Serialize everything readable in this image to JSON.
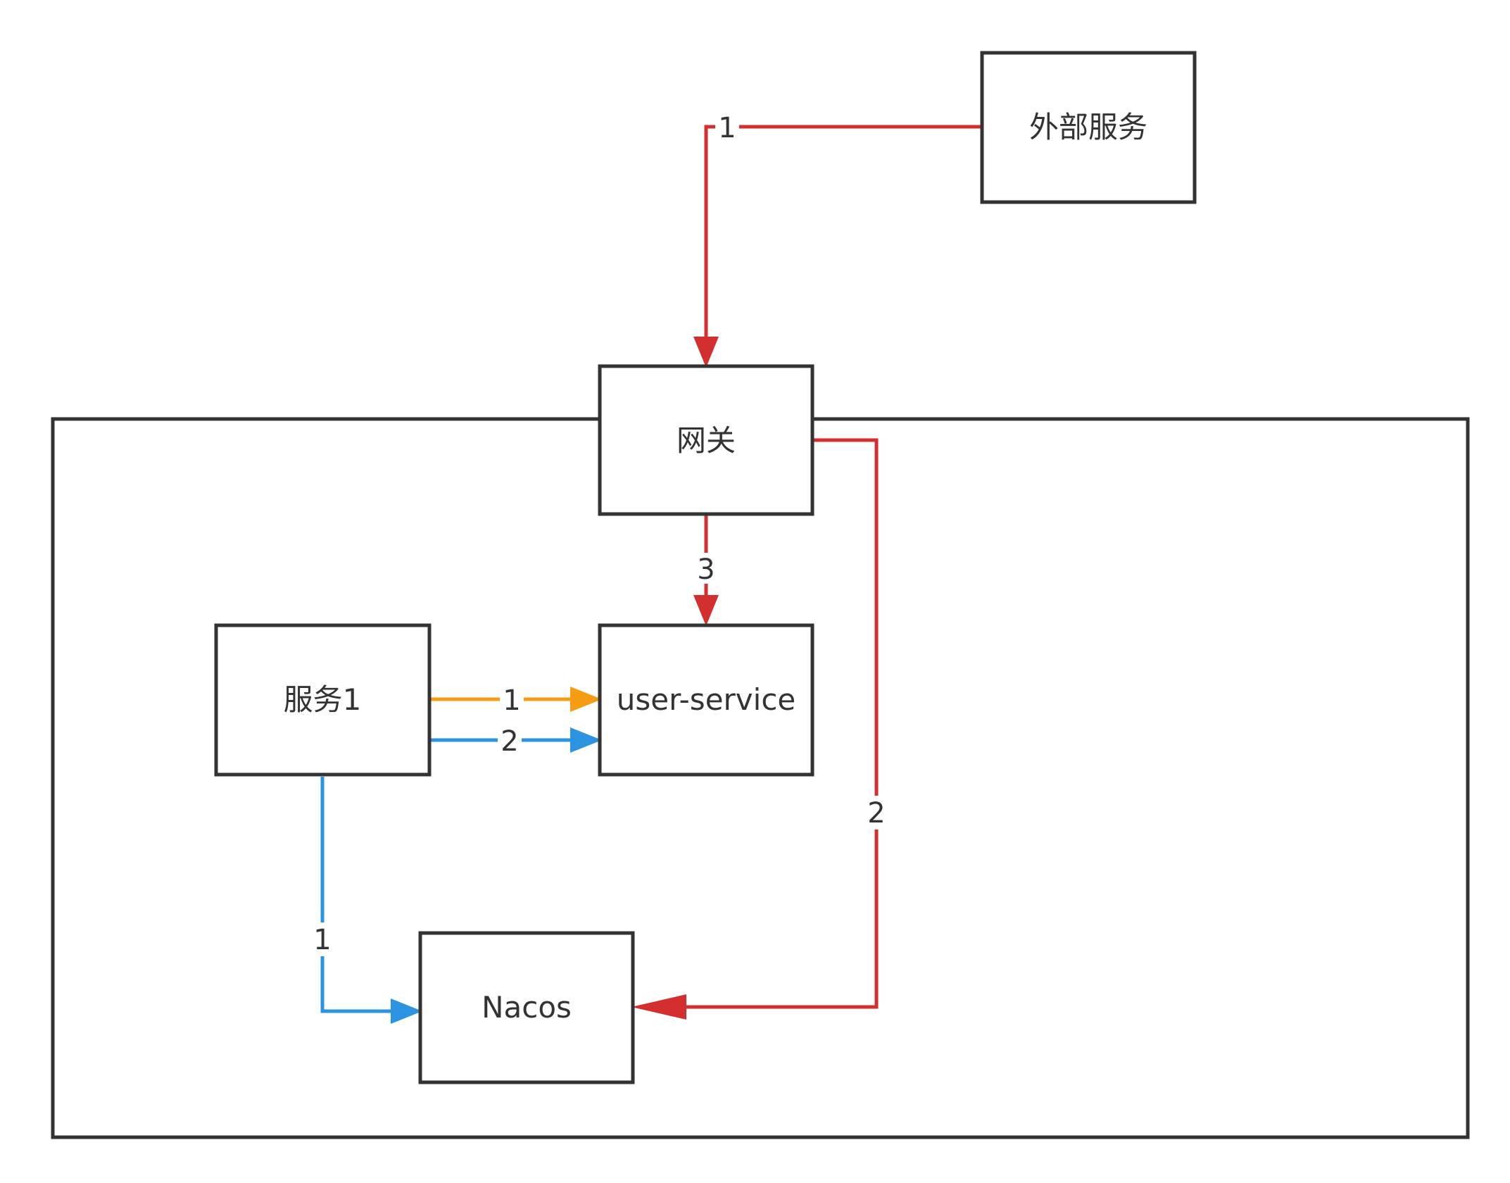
{
  "colors": {
    "box_stroke": "#333333",
    "red": "#d32f2f",
    "orange": "#f59c12",
    "blue": "#2b93e0",
    "text": "#333333"
  },
  "nodes": {
    "external": {
      "label": "外部服务"
    },
    "gateway": {
      "label": "网关"
    },
    "service1": {
      "label": "服务1"
    },
    "user_service": {
      "label": "user-service"
    },
    "nacos": {
      "label": "Nacos"
    }
  },
  "edges": {
    "external_to_gateway": {
      "label": "1"
    },
    "gateway_to_user_service": {
      "label": "3"
    },
    "gateway_to_nacos": {
      "label": "2"
    },
    "service1_to_user_service_orange": {
      "label": "1"
    },
    "service1_to_user_service_blue": {
      "label": "2"
    },
    "service1_to_nacos": {
      "label": "1"
    }
  }
}
